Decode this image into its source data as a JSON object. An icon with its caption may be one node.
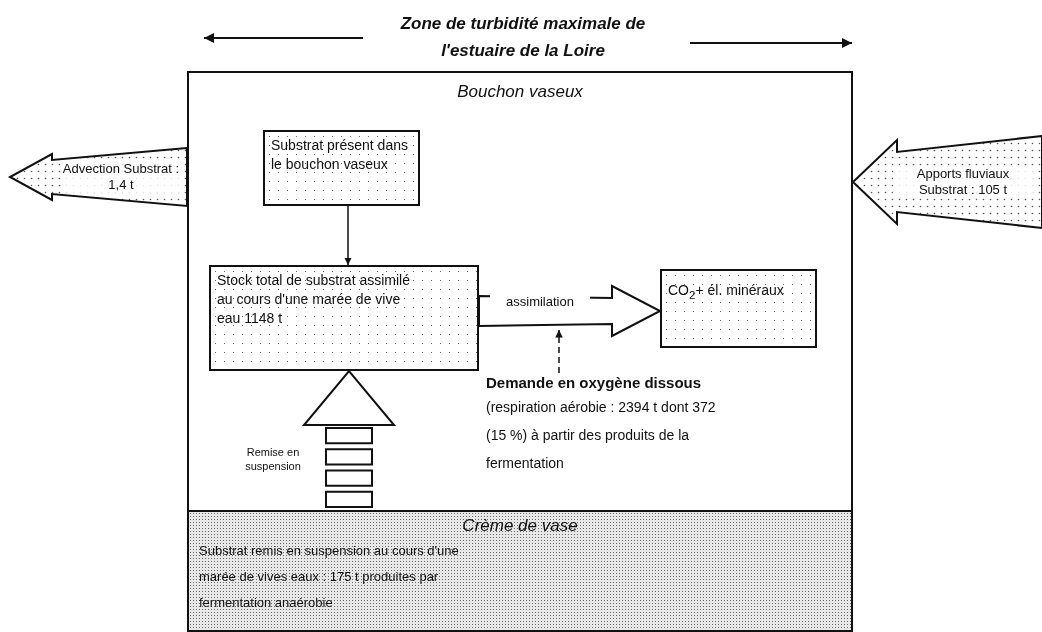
{
  "diagram": {
    "title": "Zone de turbidité maximale de l'estuaire de la Loire",
    "nodes": [
      {
        "text": [
          "Bouchon vaseux"
        ]
      },
      {
        "text": [
          "Substrat présent dans le bouchon vaseux"
        ],
        "in": 0
      },
      {
        "text": [
          "Stock total de substrat assimilé au cours d'une marée de vive eau 1148 t"
        ],
        "in": 0
      },
      {
        "text": [
          "CO$_{2}$+ él. minéraux"
        ],
        "in": 0
      },
      {
        "text": [
          "Demande en oxygène dissous",
          "(respiration aérobie : 2394 t dont 372 (15 %) à partir des produits de la fermentation"
        ],
        "in": 0
      },
      {
        "text": [
          "Crème de vase",
          "Substrat remis en suspension au cours d'une marée de vives eaux : 175 t produites par fermentation anaérobie"
        ]
      }
    ],
    "edges": [
      {
        "from": 1,
        "to": 2,
        "arrow": "to"
      },
      {
        "from": 5,
        "to": 2,
        "arrow": "to",
        "style": "thick",
        "label": "Remise en suspension"
      },
      {
        "from": 2,
        "to": 3,
        "arrow": "to",
        "style": "thick",
        "label": "assimilation"
      },
      {
        "from": 4,
        "to": null,
        "arrow": "to",
        "style": "dashed"
      },
      {
        "from": 0,
        "to": null,
        "arrow": "to",
        "style": "thick",
        "label": "Advection Substrat : 1,4 t"
      },
      {
        "from": null,
        "to": 0,
        "arrow": "to",
        "style": "thick",
        "label": "Apports fluviaux Substrat : 105 t"
      }
    ]
  }
}
